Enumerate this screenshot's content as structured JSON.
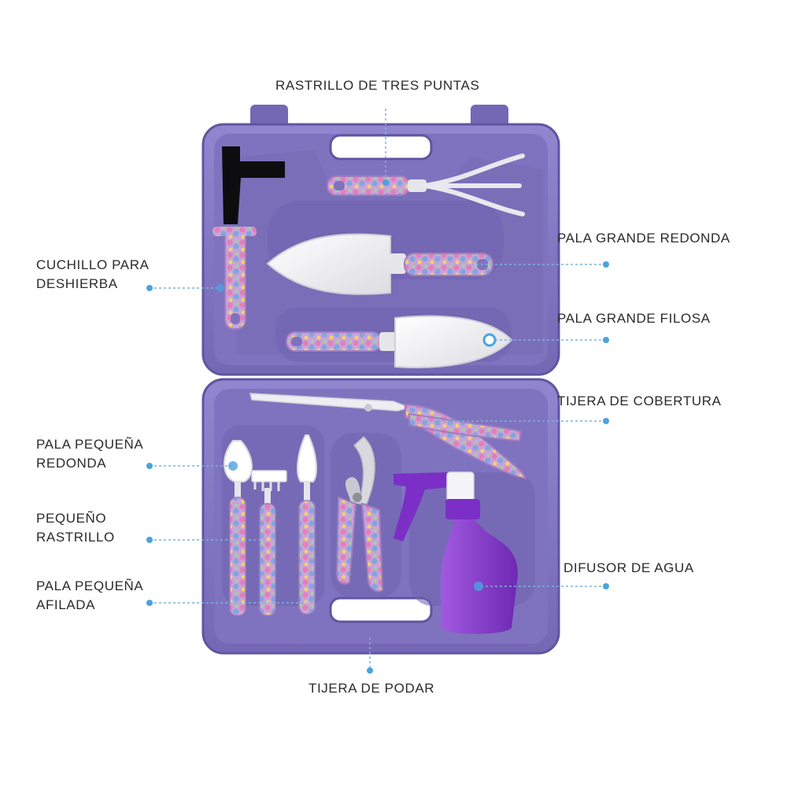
{
  "colors": {
    "case": "#8478c4",
    "case_dark": "#5f55a0",
    "case_tray": "#7a6cb9",
    "case_light": "#9c91d6",
    "leader": "#7bb3d9",
    "dot": "#4aa3df",
    "steel": "#f0f0f2",
    "handle_pink": "#d77bb8",
    "handle_blue": "#7fa7de",
    "bottle": "#8a3fd0",
    "trigger": "#7b2fc6"
  },
  "labels": {
    "rake_three_prong": {
      "lines": [
        "RASTRILLO DE TRES PUNTAS"
      ]
    },
    "large_round_trowel": {
      "lines": [
        "PALA GRANDE REDONDA"
      ]
    },
    "weeding_knife": {
      "lines": [
        "CUCHILLO PARA",
        "DESHIERBA"
      ]
    },
    "large_sharp_trowel": {
      "lines": [
        "PALA GRANDE FILOSA"
      ]
    },
    "hedge_shears": {
      "lines": [
        "TIJERA DE COBERTURA"
      ]
    },
    "small_round_trowel": {
      "lines": [
        "PALA PEQUEÑA",
        "REDONDA"
      ]
    },
    "small_rake": {
      "lines": [
        "PEQUEÑO",
        "RASTRILLO"
      ]
    },
    "water_sprayer": {
      "lines": [
        "DIFUSOR DE AGUA"
      ]
    },
    "small_sharp_trowel": {
      "lines": [
        "PALA PEQUEÑA",
        "AFILADA"
      ]
    },
    "pruning_shears": {
      "lines": [
        "TIJERA DE PODAR"
      ]
    }
  }
}
